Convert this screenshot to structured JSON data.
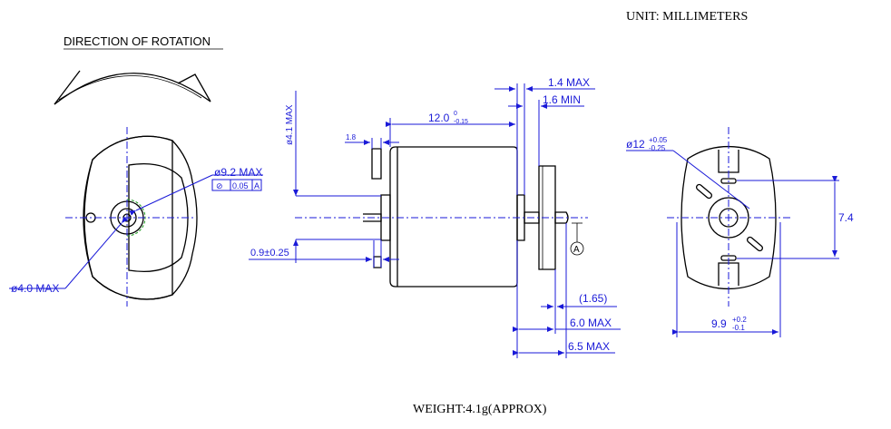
{
  "unit_label": "UNIT: MILLIMETERS",
  "weight_label": "WEIGHT:4.1g(APPROX)",
  "rotation_label": "DIRECTION OF ROTATION",
  "left_view": {
    "dia_92": "ø9.2 MAX",
    "tolerance_value": "0.05",
    "tolerance_datum": "A",
    "dia_40": "ø4.0 MAX"
  },
  "side_view": {
    "dia_41": "ø4.1 MAX",
    "len_12": "12.0",
    "len_12_tol_upper": "0",
    "len_12_tol_lower": "-0.15",
    "dim_18": "1.8",
    "dim_09": "0.9±0.25",
    "max_14": "1.4 MAX",
    "min_16": "1.6 MIN",
    "dim_165": "(1.65)",
    "max_60": "6.0 MAX",
    "max_65": "6.5 MAX",
    "datum": "A"
  },
  "right_view": {
    "dia_12": "ø12",
    "dia_12_tol_upper": "+0.05",
    "dia_12_tol_lower": "-0.25",
    "dim_74": "7.4",
    "dim_99": "9.9",
    "dim_99_tol_upper": "+0.2",
    "dim_99_tol_lower": "-0.1"
  }
}
